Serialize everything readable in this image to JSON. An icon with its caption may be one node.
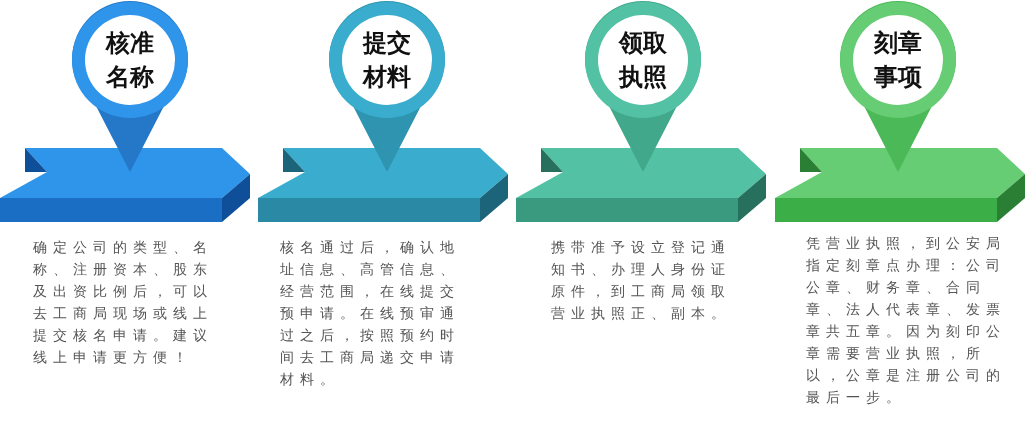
{
  "diagram": {
    "nodes": [
      {
        "text": [
          "核准名称"
        ]
      },
      {
        "text": [
          "提交材料"
        ]
      },
      {
        "text": [
          "领取执照"
        ]
      },
      {
        "text": [
          "刻章事项"
        ]
      }
    ],
    "labels": [
      "确定公司的类型、名称、注册资本、股东及出资比例后，可以去工商局现场或线上提交核名申请。建议线上申请更方便！",
      "核名通过后，确认地址信息、高管信息、经营范围，在线提交预申请。在线预审通过之后，按照预约时间去工商局递交申请材料。",
      "携带准予设立登记通知书、办理人身份证原件，到工商局领取营业执照正、副本。",
      "凭营业执照，到公安局指定刻章点办理：公司公章、财务章、合同章、法人代表章、发票章共五章。因为刻印公章需要营业执照，所以，公章是注册公司的最后一步。"
    ]
  }
}
